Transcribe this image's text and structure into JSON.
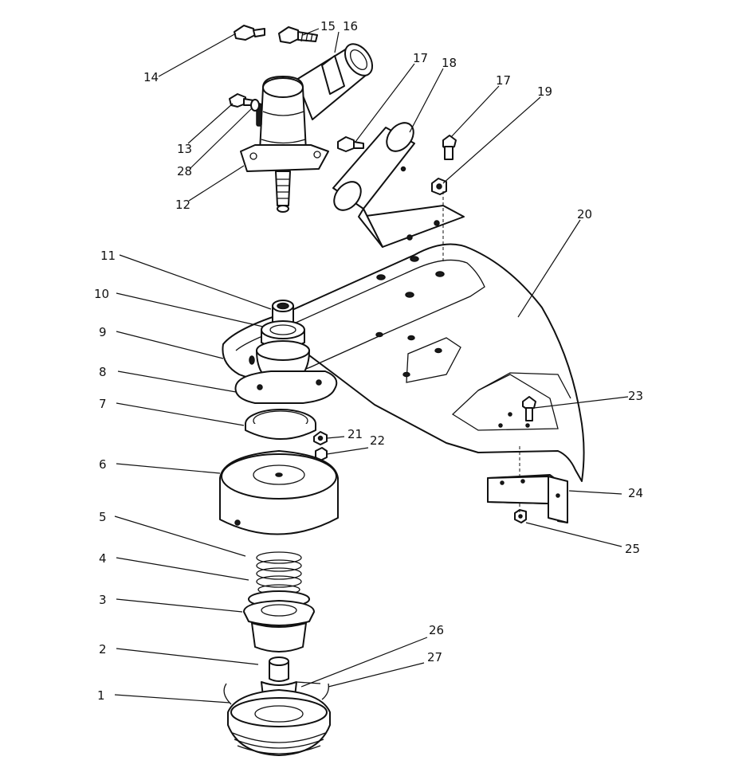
{
  "callouts": [
    "1",
    "2",
    "3",
    "4",
    "5",
    "6",
    "7",
    "8",
    "9",
    "10",
    "11",
    "12",
    "13",
    "14",
    "15",
    "16",
    "17",
    "17",
    "18",
    "19",
    "20",
    "21",
    "22",
    "23",
    "24",
    "25",
    "26",
    "27",
    "28"
  ]
}
